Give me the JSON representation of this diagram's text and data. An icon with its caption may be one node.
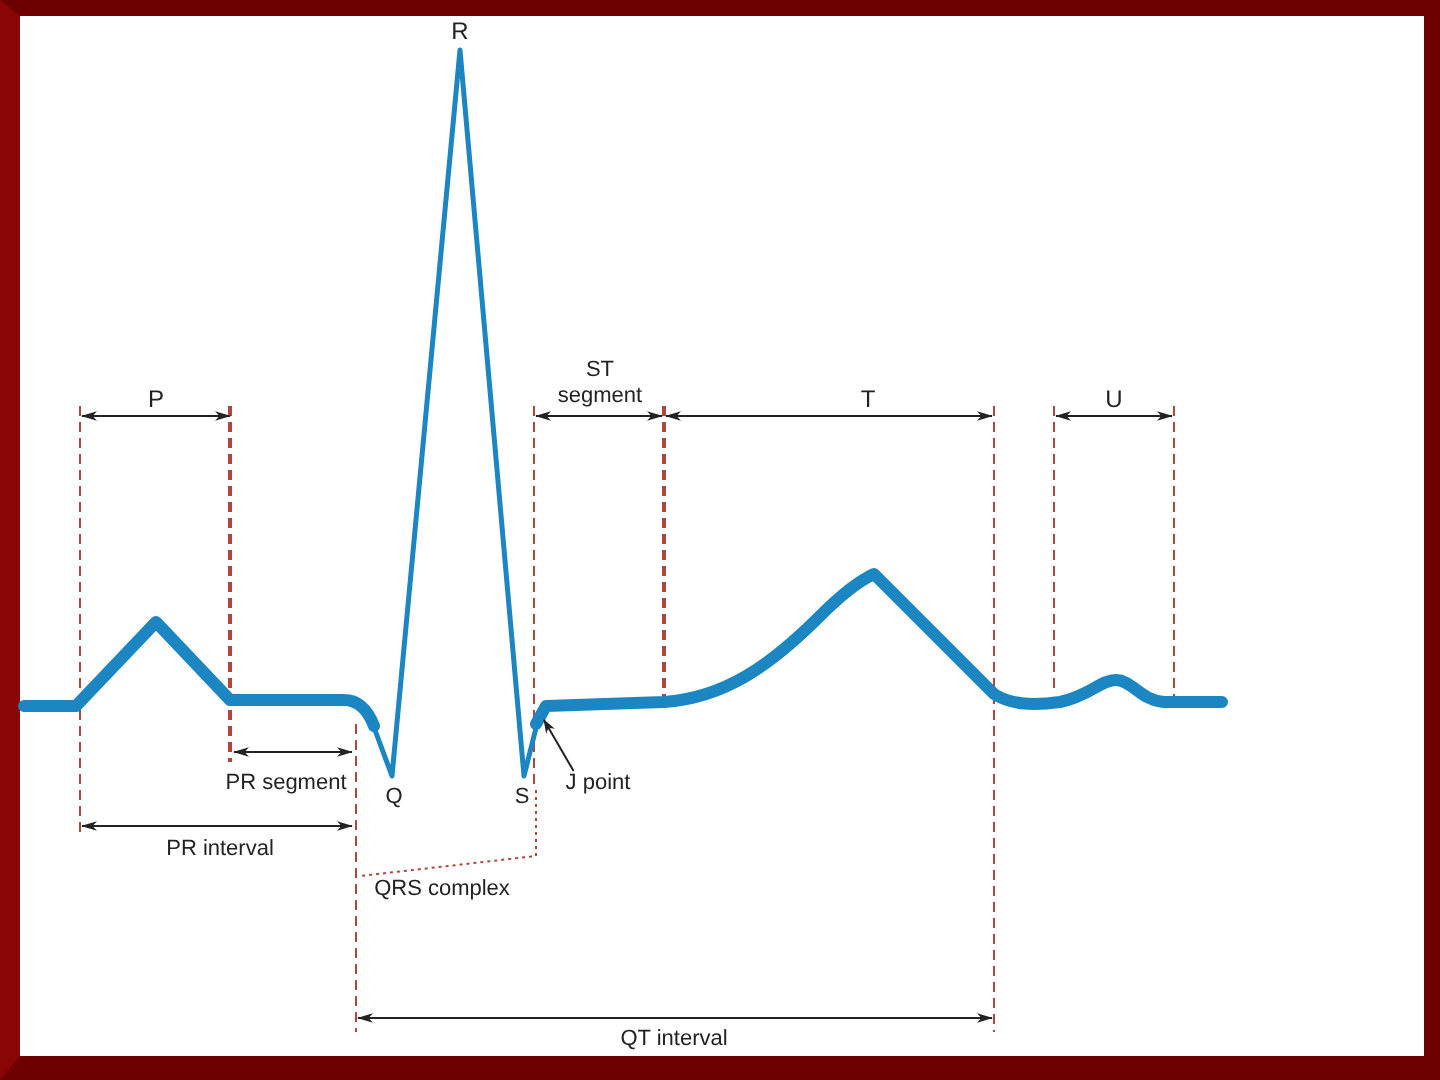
{
  "diagram": {
    "nodes": [
      {
        "text": [],
        "shape": "picture"
      },
      {
        "text": [
          "J point"
        ]
      }
    ],
    "edges": [
      {
        "from": 1,
        "to": 0,
        "arrow": "to"
      }
    ],
    "labels": [
      "R",
      "P",
      "ST segment",
      "T",
      "U",
      "PR segment",
      "Q",
      "S",
      "PR interval",
      "QRS complex",
      "QT interval"
    ]
  }
}
